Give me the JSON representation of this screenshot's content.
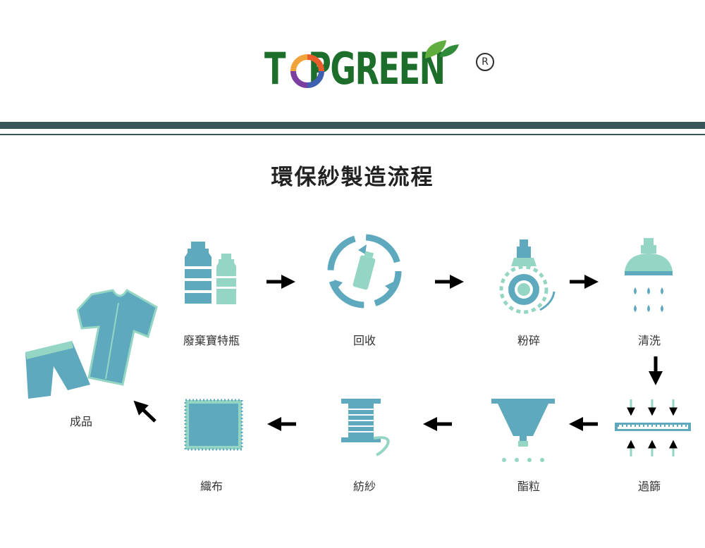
{
  "logo": {
    "text": "TOPGREEN",
    "registered": "R"
  },
  "title": "環保紗製造流程",
  "steps": {
    "bottles": "廢棄寶特瓶",
    "recycle": "回收",
    "crush": "粉碎",
    "wash": "清洗",
    "filter": "過篩",
    "chips": "酯粒",
    "spin": "紡紗",
    "weave": "織布",
    "product": "成品"
  },
  "colors": {
    "dark_teal": "#5fa9be",
    "mint": "#94d6c3",
    "band": "#385558",
    "logo_green": "#1e6e2b",
    "arrow": "#000000"
  },
  "icons": {
    "bottles": "plastic-bottles-icon",
    "recycle": "recycle-bottle-icon",
    "crush": "crusher-icon",
    "wash": "shower-wash-icon",
    "filter": "sieve-icon",
    "chips": "pellet-hopper-icon",
    "spin": "yarn-spool-icon",
    "weave": "fabric-icon",
    "product": "clothing-icon"
  }
}
